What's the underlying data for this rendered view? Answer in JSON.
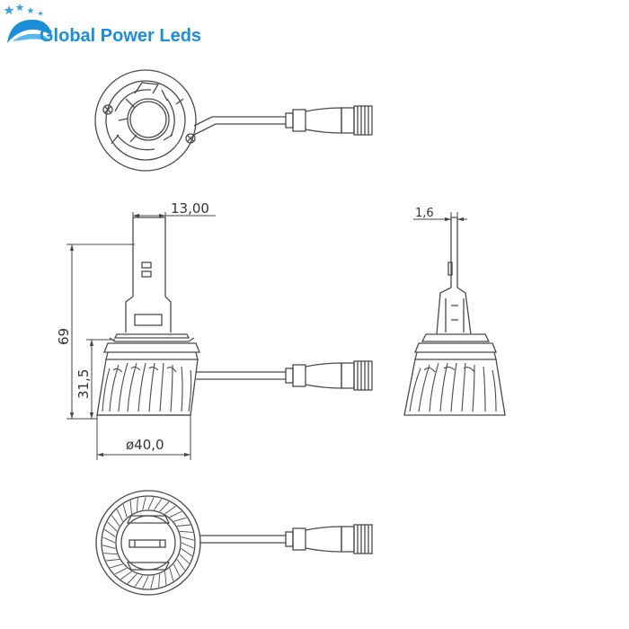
{
  "brand": {
    "name": "Global Power Leds",
    "color": "#1a8fd8",
    "star_color": "#3aa0e6",
    "icon": "globe-stars-logo"
  },
  "dimensions": {
    "arm_width": "13,00",
    "total_height": "69",
    "base_height": "31,5",
    "diameter": "ø40,0",
    "tab_thickness": "1,6"
  },
  "line_color": "#4a4a4a"
}
